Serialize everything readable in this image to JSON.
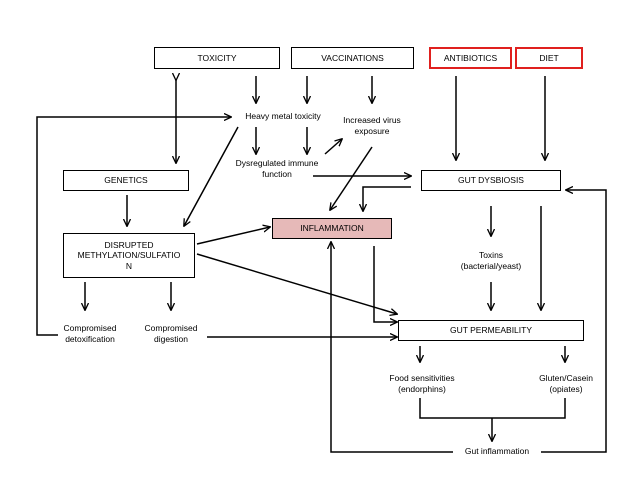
{
  "nodes": {
    "toxicity": "TOXICITY",
    "vaccinations": "VACCINATIONS",
    "antibiotics": "ANTIBIOTICS",
    "diet": "DIET",
    "heavy_metal": "Heavy metal toxicity",
    "increased_virus": "Increased virus\nexposure",
    "genetics": "GENETICS",
    "dysregulated": "Dysregulated immune\nfunction",
    "gut_dysbiosis": "GUT DYSBIOSIS",
    "inflammation": "INFLAMMATION",
    "disrupted": "DISRUPTED\nMETHYLATION/SULFATIO\nN",
    "toxins": "Toxins\n(bacterial/yeast)",
    "compromised_detox": "Compromised\ndetoxification",
    "compromised_digestion": "Compromised\ndigestion",
    "gut_permeability": "GUT PERMEABILITY",
    "food_sensitivities": "Food sensitivities\n(endorphins)",
    "gluten_casein": "Gluten/Casein\n(opiates)",
    "gut_inflammation": "Gut inflammation"
  },
  "colors": {
    "highlight_border": "#e0201e",
    "inflammation_fill": "#e6b9b8",
    "line": "#000000"
  }
}
